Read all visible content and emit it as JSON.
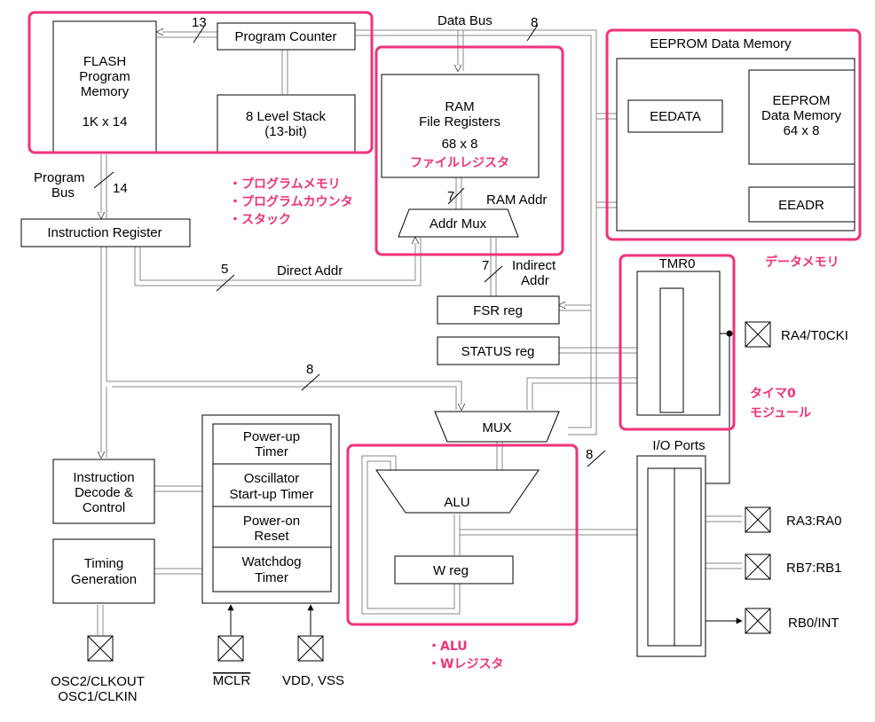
{
  "blocks": {
    "flash_line1": "FLASH",
    "flash_line2": "Program",
    "flash_line3": "Memory",
    "flash_line4": "1K x 14",
    "program_counter": "Program Counter",
    "stack_line1": "8 Level Stack",
    "stack_line2": "(13-bit)",
    "ram_line1": "RAM",
    "ram_line2": "File Registers",
    "ram_line3": "68 x 8",
    "addr_mux": "Addr Mux",
    "eeprom_section": "EEPROM Data Memory",
    "eedata": "EEDATA",
    "eeprom_line1": "EEPROM",
    "eeprom_line2": "Data Memory",
    "eeprom_line3": "64 x 8",
    "eeadr": "EEADR",
    "instruction_register": "Instruction Register",
    "fsr_reg": "FSR reg",
    "status_reg": "STATUS reg",
    "tmr0": "TMR0",
    "mux": "MUX",
    "io_ports": "I/O Ports",
    "alu": "ALU",
    "w_reg": "W reg",
    "decode_line1": "Instruction",
    "decode_line2": "Decode &",
    "decode_line3": "Control",
    "timing_line1": "Timing",
    "timing_line2": "Generation",
    "powerup_line1": "Power-up",
    "powerup_line2": "Timer",
    "osc_line1": "Oscillator",
    "osc_line2": "Start-up Timer",
    "poweron_line1": "Power-on",
    "poweron_line2": "Reset",
    "wdt_line1": "Watchdog",
    "wdt_line2": "Timer"
  },
  "labels": {
    "data_bus": "Data Bus",
    "bus8_top": "8",
    "bus13": "13",
    "program_bus_line1": "Program",
    "program_bus_line2": "Bus",
    "bus14": "14",
    "bus7_ram": "7",
    "ram_addr": "RAM Addr",
    "bus5": "5",
    "direct_addr": "Direct Addr",
    "bus7_ind": "7",
    "indirect_line1": "Indirect",
    "indirect_line2": "Addr",
    "bus8_mid": "8",
    "bus8_io": "8"
  },
  "pins": {
    "ra4": "RA4/T0CKI",
    "ra3": "RA3:RA0",
    "rb7": "RB7:RB1",
    "rb0": "RB0/INT",
    "osc_line1": "OSC2/CLKOUT",
    "osc_line2": "OSC1/CLKIN",
    "mclr": "MCLR",
    "vdd": "VDD, VSS"
  },
  "annotations": {
    "flash_1": "・プログラムメモリ",
    "flash_2": "・プログラムカウンタ",
    "flash_3": "・スタック",
    "ram": "ファイルレジスタ",
    "eeprom": "データメモリ",
    "tmr_1": "タイマ0",
    "tmr_2": "モジュール",
    "alu_1": "・ALU",
    "alu_2": "・Wレジスタ"
  },
  "colors": {
    "highlight": "#f0327a",
    "line": "#000000",
    "bus": "#9a9a9a"
  }
}
